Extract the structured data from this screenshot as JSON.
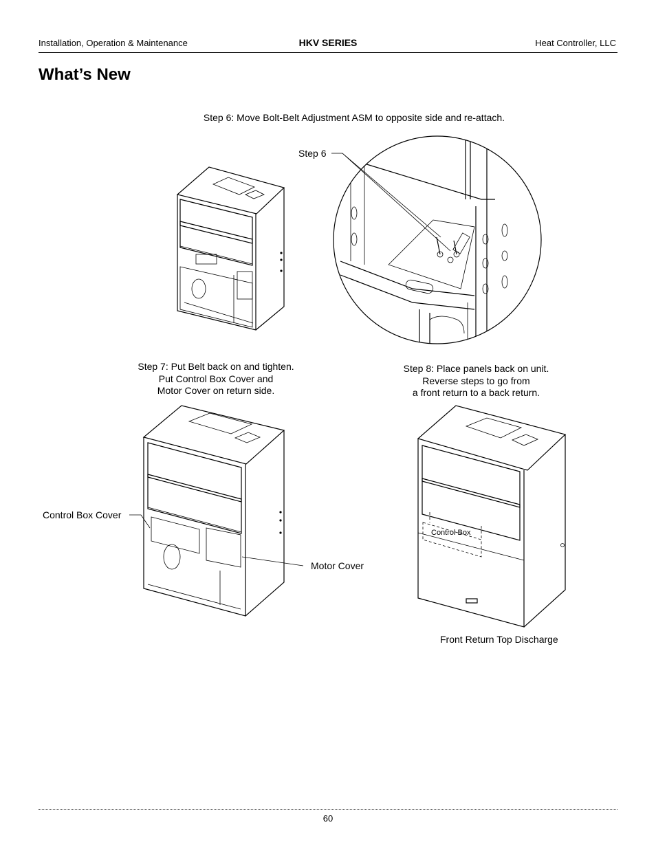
{
  "header": {
    "left": "Installation, Operation & Maintenance",
    "center": "HKV SERIES",
    "right": "Heat Controller, LLC"
  },
  "page_title": "What’s New",
  "step6": {
    "caption": "Step 6: Move Bolt-Belt Adjustment ASM to opposite side and re-attach.",
    "callout": "Step 6"
  },
  "step7": {
    "caption_line1": "Step 7: Put Belt back on and tighten.",
    "caption_line2": "Put Control Box Cover and",
    "caption_line3": "Motor Cover on return side.",
    "control_box_cover_label": "Control Box Cover",
    "motor_cover_label": "Motor Cover"
  },
  "step8": {
    "caption_line1": "Step 8: Place panels back on unit.",
    "caption_line2": "Reverse steps to go from",
    "caption_line3": "a front return to a back return.",
    "control_box_label": "Control Box",
    "unit_caption": "Front Return Top Discharge"
  },
  "footer": {
    "page_number": "60"
  }
}
